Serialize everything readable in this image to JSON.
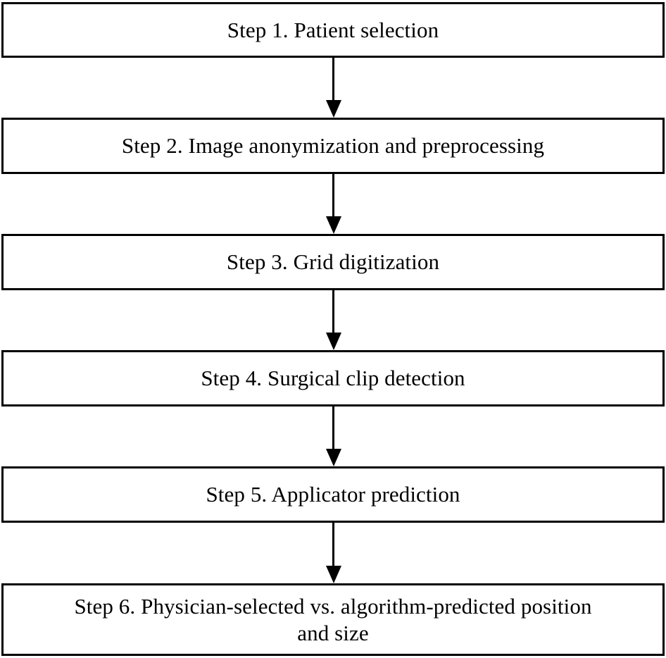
{
  "diagram": {
    "title": "Study workflow flowchart",
    "orientation": "vertical-top-to-bottom",
    "node_shape": "rectangle",
    "border_color": "#000000",
    "fill_color": "#ffffff",
    "text_color": "#000000",
    "connector_type": "straight-arrow",
    "nodes": [
      {
        "id": "step-1",
        "label": "Step 1. Patient selection",
        "lines": [
          "Step 1. Patient selection"
        ]
      },
      {
        "id": "step-2",
        "label": "Step 2. Image anonymization and preprocessing",
        "lines": [
          "Step 2. Image anonymization and preprocessing"
        ]
      },
      {
        "id": "step-3",
        "label": "Step 3. Grid digitization",
        "lines": [
          "Step 3. Grid digitization"
        ]
      },
      {
        "id": "step-4",
        "label": "Step 4. Surgical clip detection",
        "lines": [
          "Step 4. Surgical clip detection"
        ]
      },
      {
        "id": "step-5",
        "label": "Step 5. Applicator prediction",
        "lines": [
          "Step 5. Applicator prediction"
        ]
      },
      {
        "id": "step-6",
        "label": "Step 6. Physician-selected vs. algorithm-predicted position\nand size",
        "lines": [
          "Step 6. Physician-selected vs. algorithm-predicted position",
          "and size"
        ]
      }
    ],
    "edges": [
      {
        "id": "edge-1-2",
        "from": "step-1",
        "to": "step-2",
        "label": ""
      },
      {
        "id": "edge-2-3",
        "from": "step-2",
        "to": "step-3",
        "label": ""
      },
      {
        "id": "edge-3-4",
        "from": "step-3",
        "to": "step-4",
        "label": ""
      },
      {
        "id": "edge-4-5",
        "from": "step-4",
        "to": "step-5",
        "label": ""
      },
      {
        "id": "edge-5-6",
        "from": "step-5",
        "to": "step-6",
        "label": ""
      }
    ]
  }
}
